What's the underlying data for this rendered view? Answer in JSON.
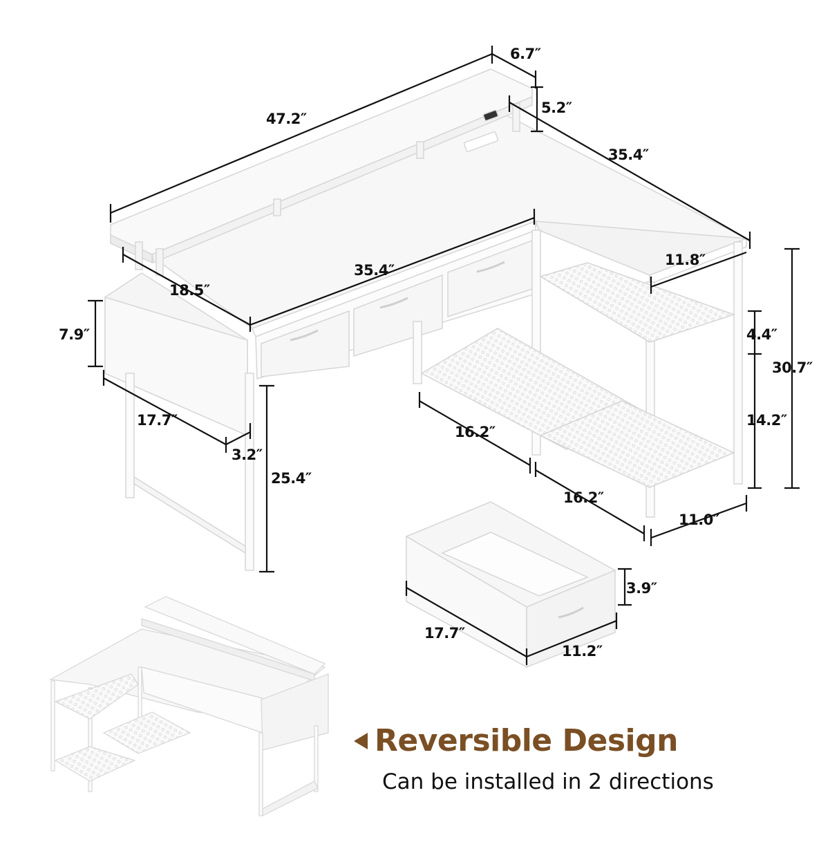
{
  "product": "L-shaped desk with monitor stand, drawers, side pouch and shelves",
  "colors": {
    "accent": "#7a4f24",
    "dimension_lines": "#111111",
    "furniture": "#ffffff",
    "furniture_edge": "#d9d9d9",
    "background": "#ffffff"
  },
  "dimensions": {
    "monitor_stand_length": "47.2″",
    "monitor_stand_depth": "6.7″",
    "monitor_stand_height": "5.2″",
    "desk_long_side": "35.4″",
    "desk_front_width": "35.4″",
    "return_width": "11.8″",
    "desk_depth_left": "18.5″",
    "pouch_height": "7.9″",
    "pouch_length": "17.7″",
    "pouch_depth": "3.2″",
    "leg_clearance_height": "25.4″",
    "shelf_top_gap": "4.4″",
    "shelf_lower_gap": "14.2″",
    "total_height": "30.7″",
    "under_desk_span_1": "16.2″",
    "under_desk_span_2": "16.2″",
    "shelf_unit_depth": "11.0″",
    "drawer_height": "3.9″",
    "drawer_length": "17.7″",
    "drawer_width": "11.2″"
  },
  "feature": {
    "title": "Reversible Design",
    "subtitle": "Can be installed in 2 directions",
    "icon": "triangle-left-icon"
  }
}
